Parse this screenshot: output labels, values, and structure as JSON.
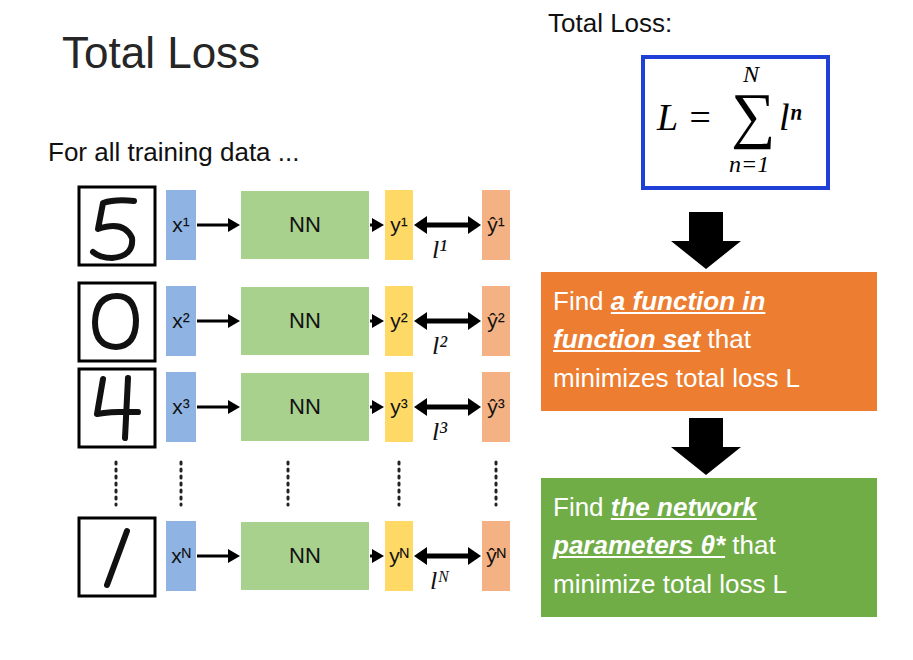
{
  "diagram": {
    "title": "Total Loss",
    "nodes": [
      {
        "text": [
          "N",
          "L =",
          "∑",
          "lⁿ",
          "n=1"
        ]
      },
      {
        "text": [
          "Find",
          "a function in function set",
          "that minimizes total loss L"
        ]
      },
      {
        "text": [
          "Find",
          "the network parameters θ*",
          "that minimize total loss L"
        ]
      },
      {
        "text": [
          "x¹"
        ]
      },
      {
        "text": [
          "NN"
        ]
      },
      {
        "text": [
          "y¹"
        ]
      },
      {
        "text": [
          "ŷ¹"
        ]
      },
      {
        "text": [
          "x²"
        ]
      },
      {
        "text": [
          "NN"
        ]
      },
      {
        "text": [
          "y²"
        ]
      },
      {
        "text": [
          "ŷ²"
        ]
      },
      {
        "text": [
          "x³"
        ]
      },
      {
        "text": [
          "NN"
        ]
      },
      {
        "text": [
          "y³"
        ]
      },
      {
        "text": [
          "ŷ³"
        ]
      },
      {
        "text": [
          "xᴺ"
        ]
      },
      {
        "text": [
          "NN"
        ]
      },
      {
        "text": [
          "yᴺ"
        ]
      },
      {
        "text": [
          "ŷᴺ"
        ]
      }
    ],
    "edges": [
      {
        "from": 0,
        "to": 1,
        "arrow": "to"
      },
      {
        "from": 1,
        "to": 2,
        "arrow": "to"
      },
      {
        "from": 3,
        "to": 4,
        "arrow": "to"
      },
      {
        "from": 4,
        "to": 5,
        "arrow": "to"
      },
      {
        "from": 5,
        "to": 6,
        "label": "l¹",
        "arrow": "both"
      },
      {
        "from": 7,
        "to": 8,
        "arrow": "to"
      },
      {
        "from": 8,
        "to": 9,
        "arrow": "to"
      },
      {
        "from": 9,
        "to": 10,
        "label": "l²",
        "arrow": "both"
      },
      {
        "from": 11,
        "to": 12,
        "arrow": "to"
      },
      {
        "from": 12,
        "to": 13,
        "arrow": "to"
      },
      {
        "from": 13,
        "to": 14,
        "label": "l³",
        "arrow": "both"
      },
      {
        "from": 15,
        "to": 16,
        "arrow": "to"
      },
      {
        "from": 16,
        "to": 17,
        "arrow": "to"
      },
      {
        "from": 17,
        "to": 18,
        "label": "lᴺ",
        "arrow": "both"
      }
    ],
    "labels": [
      "Total Loss:",
      "For all training data ..."
    ]
  }
}
